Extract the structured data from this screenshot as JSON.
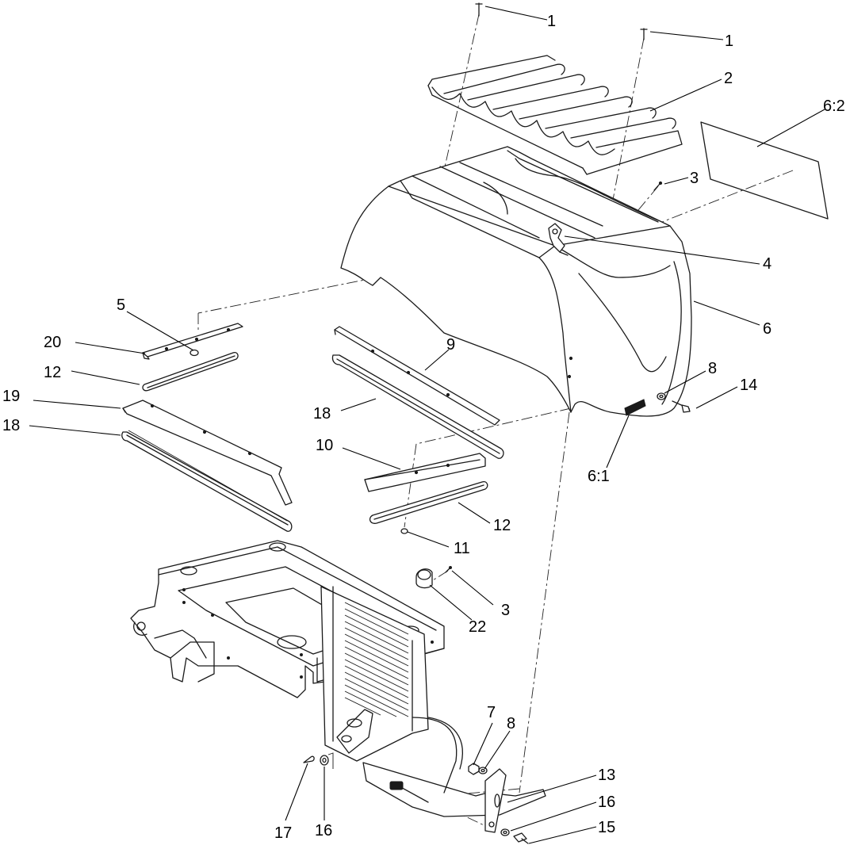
{
  "callouts": [
    {
      "id": "c01",
      "text": "1"
    },
    {
      "id": "c02",
      "text": "1"
    },
    {
      "id": "c03",
      "text": "2"
    },
    {
      "id": "c04",
      "text": "6:2"
    },
    {
      "id": "c05",
      "text": "3"
    },
    {
      "id": "c06",
      "text": "4"
    },
    {
      "id": "c07",
      "text": "6"
    },
    {
      "id": "c08",
      "text": "5"
    },
    {
      "id": "c09",
      "text": "20"
    },
    {
      "id": "c10",
      "text": "12"
    },
    {
      "id": "c11",
      "text": "19"
    },
    {
      "id": "c12",
      "text": "18"
    },
    {
      "id": "c13",
      "text": "9"
    },
    {
      "id": "c14",
      "text": "18"
    },
    {
      "id": "c15",
      "text": "8"
    },
    {
      "id": "c16",
      "text": "14"
    },
    {
      "id": "c17",
      "text": "6:1"
    },
    {
      "id": "c18",
      "text": "10"
    },
    {
      "id": "c19",
      "text": "12"
    },
    {
      "id": "c20",
      "text": "11"
    },
    {
      "id": "c21",
      "text": "3"
    },
    {
      "id": "c22",
      "text": "22"
    },
    {
      "id": "c23",
      "text": "7"
    },
    {
      "id": "c24",
      "text": "8"
    },
    {
      "id": "c25",
      "text": "13"
    },
    {
      "id": "c26",
      "text": "16"
    },
    {
      "id": "c27",
      "text": "15"
    },
    {
      "id": "c28",
      "text": "17"
    },
    {
      "id": "c29",
      "text": "16"
    }
  ]
}
